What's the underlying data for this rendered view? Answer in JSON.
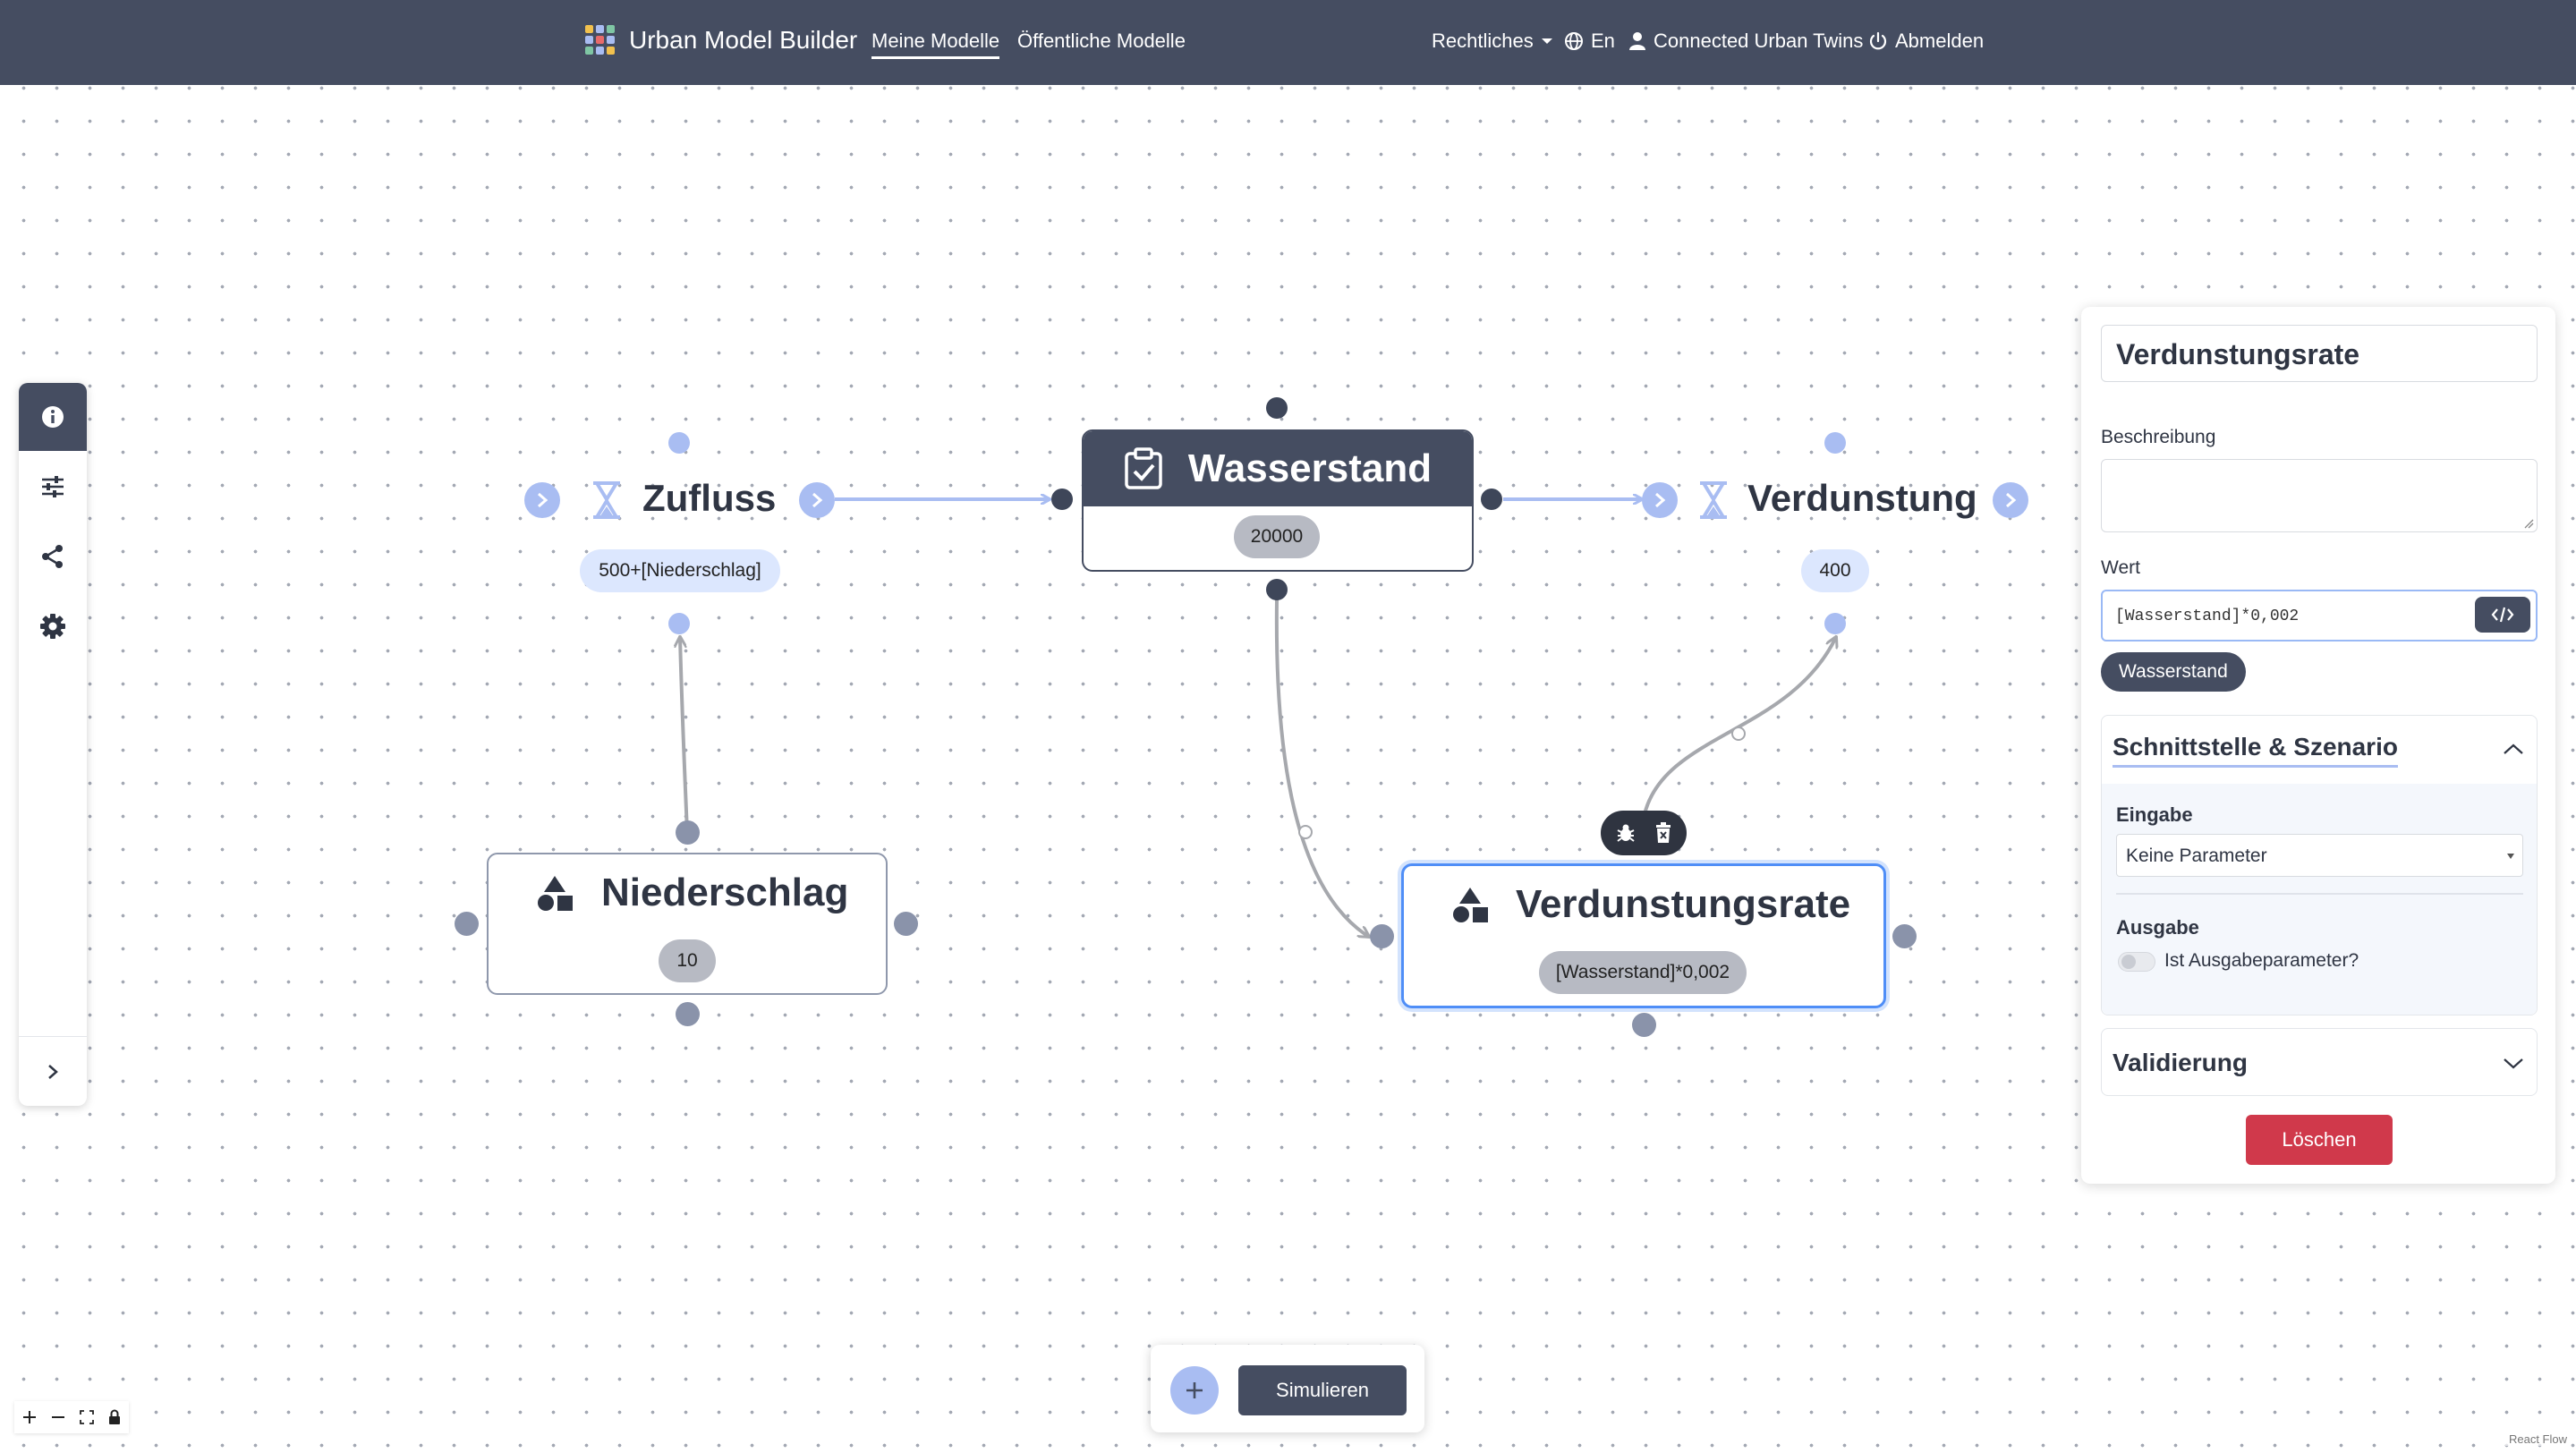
{
  "navbar": {
    "brand": "Urban Model Builder",
    "links": [
      "Meine Modelle",
      "Öffentliche Modelle"
    ],
    "legal": "Rechtliches",
    "language": "En",
    "user": "Connected Urban Twins",
    "logout": "Abmelden"
  },
  "nodes": {
    "stock": {
      "title": "Wasserstand",
      "value": "20000"
    },
    "inflow": {
      "title": "Zufluss",
      "value": "500+[Niederschlag]"
    },
    "outflow": {
      "title": "Verdunstung",
      "value": "400"
    },
    "rain": {
      "title": "Niederschlag",
      "value": "10"
    },
    "evap_rate": {
      "title": "Verdunstungsrate",
      "value": "[Wasserstand]*0,002"
    }
  },
  "panel": {
    "name": "Verdunstungsrate",
    "description_label": "Beschreibung",
    "value_label": "Wert",
    "value": "[Wasserstand]*0,002",
    "tag": "Wasserstand",
    "interface_title": "Schnittstelle & Szenario",
    "input_label": "Eingabe",
    "input_option": "Keine Parameter",
    "output_label": "Ausgabe",
    "output_toggle_label": "Ist Ausgabeparameter?",
    "validation_title": "Validierung",
    "delete_label": "Löschen"
  },
  "bottom": {
    "simulate_label": "Simulieren"
  },
  "attribution": "React Flow",
  "colors": {
    "navbar": "#454d61",
    "accent_blue": "#a9bdf2",
    "selected": "#4f8ef7",
    "danger": "#d0394b"
  }
}
